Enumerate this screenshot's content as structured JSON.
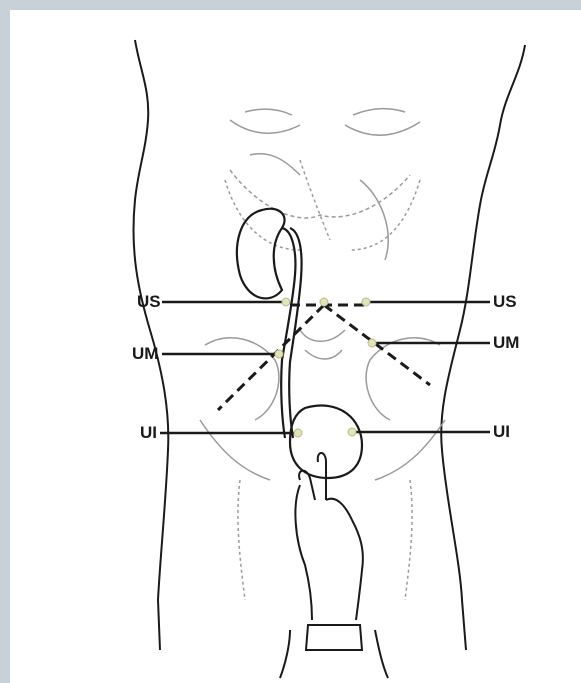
{
  "diagram": {
    "labels": {
      "us_left": "US",
      "us_right": "US",
      "um_left": "UM",
      "um_right": "UM",
      "ui_left": "UI",
      "ui_right": "UI"
    },
    "colors": {
      "line": "#1a1a1a",
      "sketch": "#9a9a9a",
      "point": "#e2e4b8",
      "frame": "#c8d0d8"
    }
  }
}
